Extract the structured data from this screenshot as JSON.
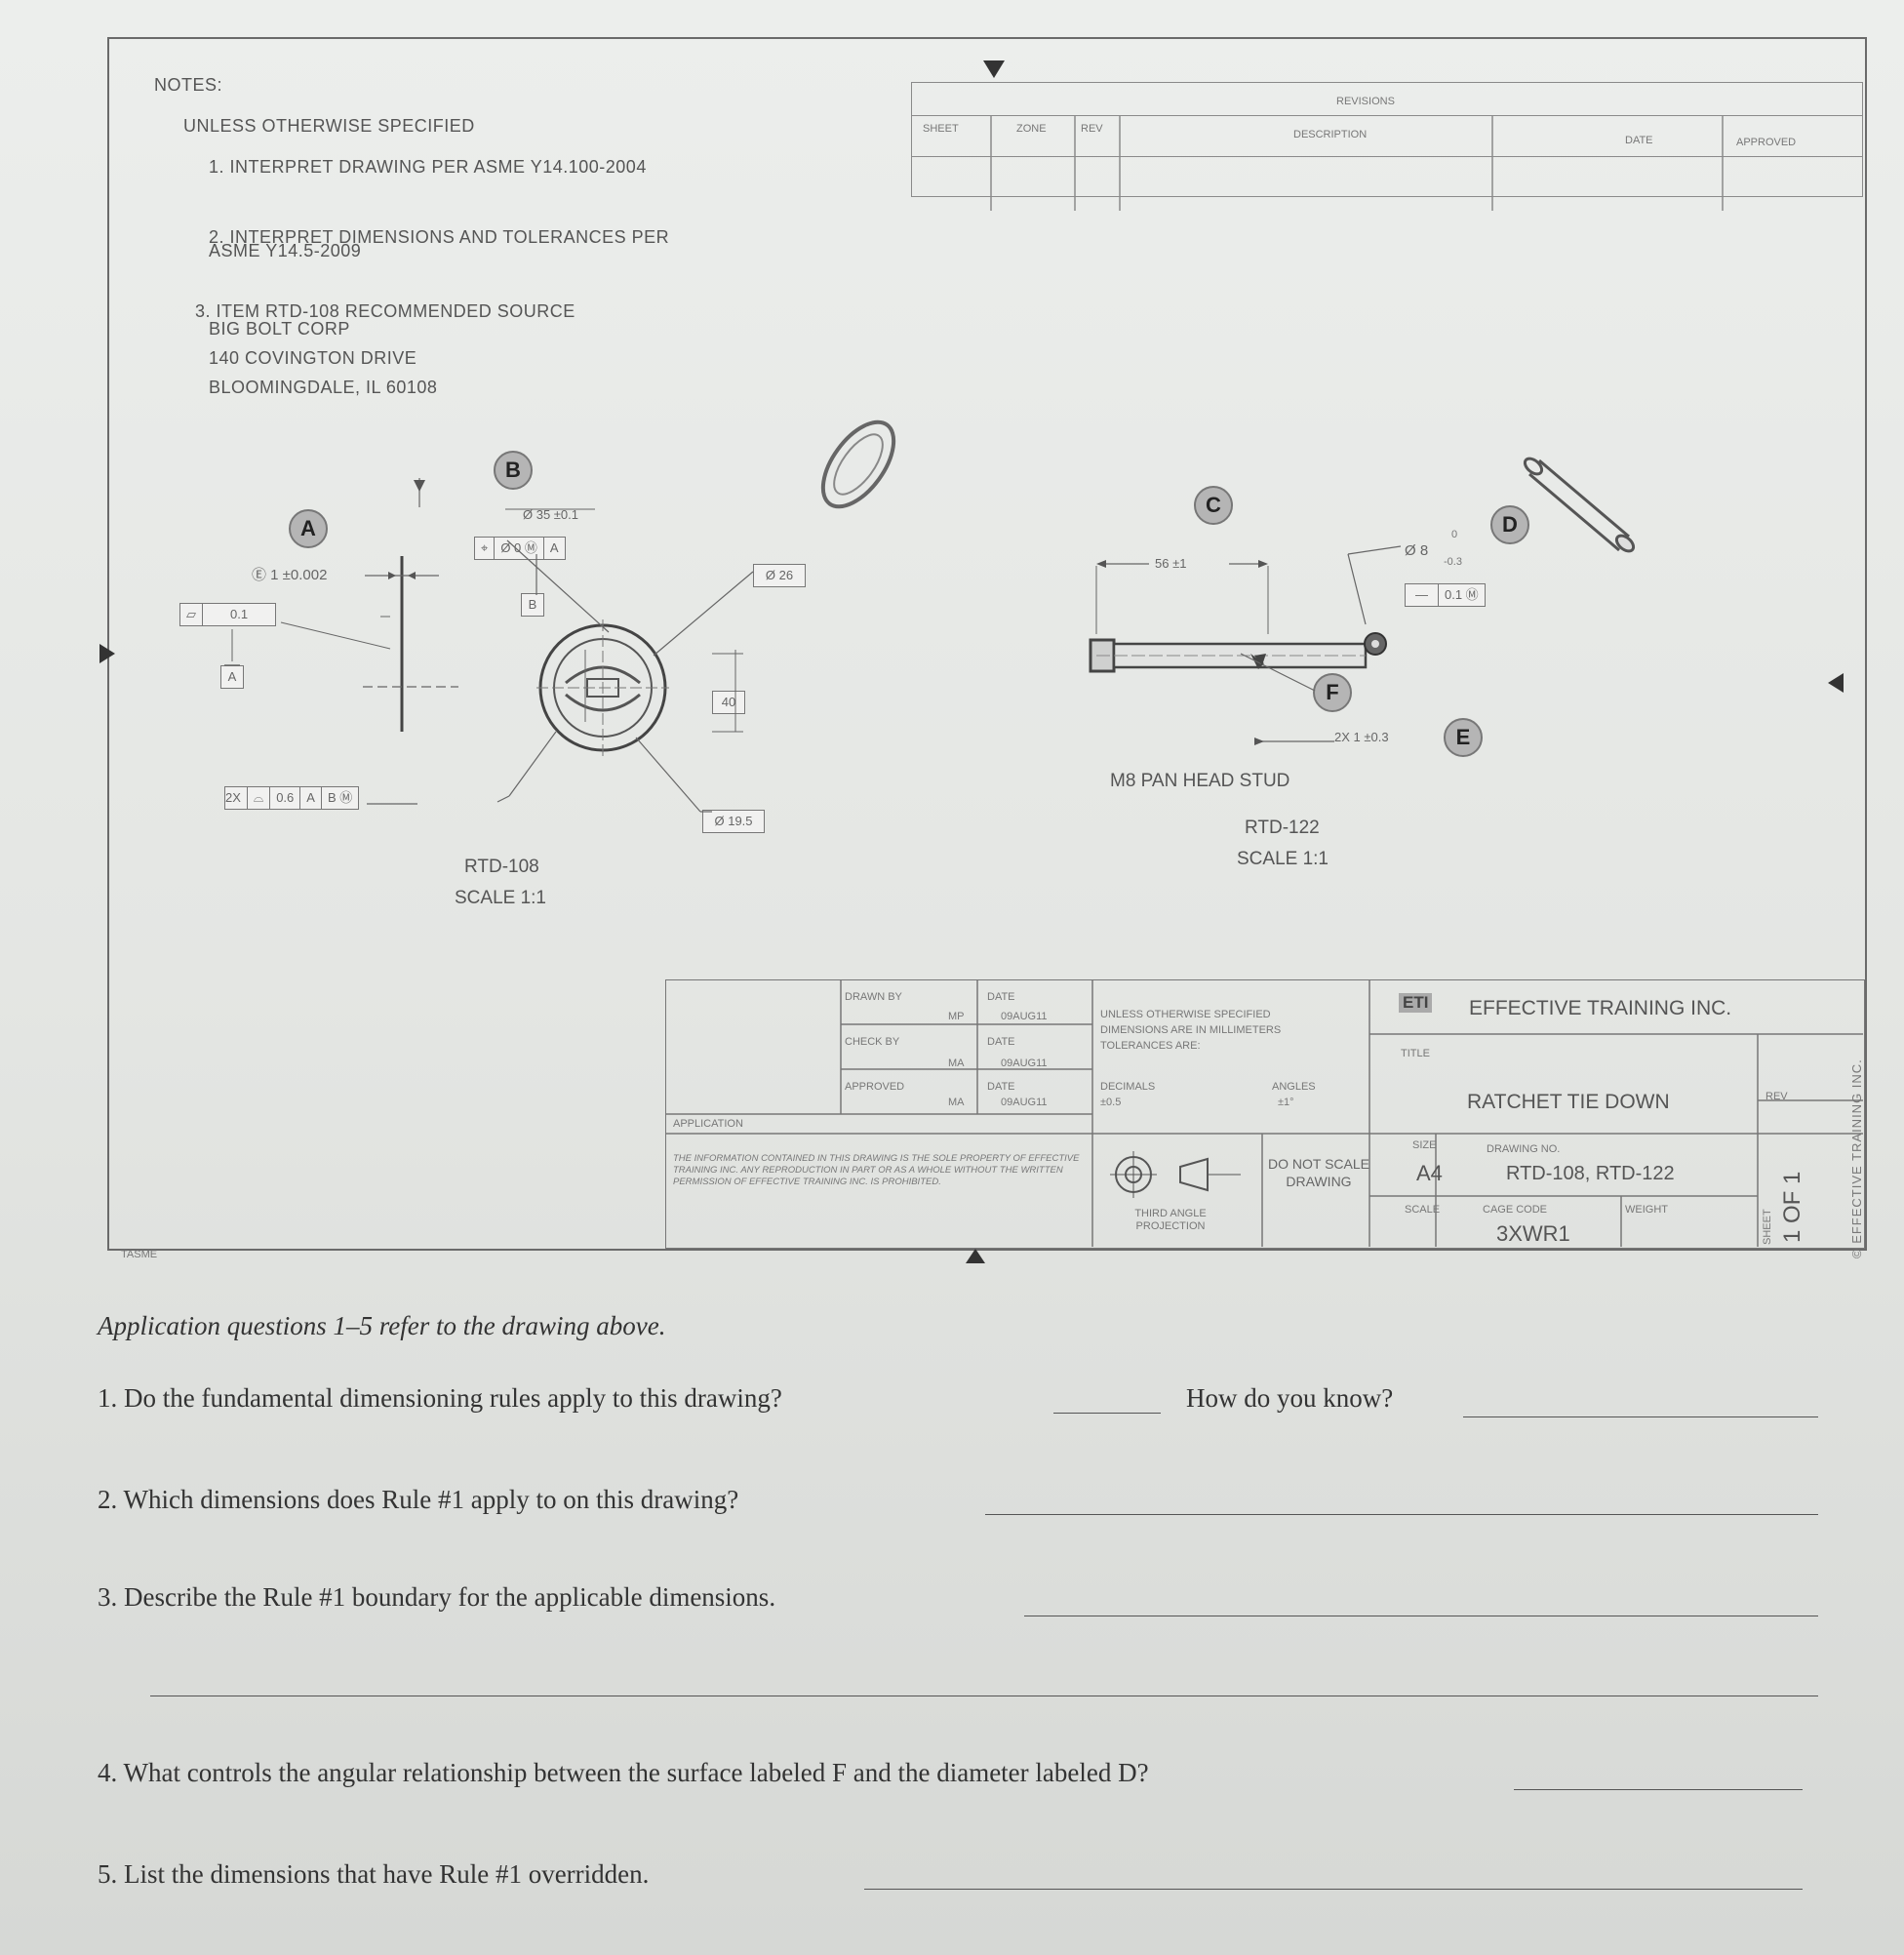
{
  "notes": {
    "heading": "NOTES:",
    "subheading": "UNLESS OTHERWISE SPECIFIED",
    "items": [
      "1. INTERPRET DRAWING PER ASME Y14.100-2004",
      "2. INTERPRET DIMENSIONS AND TOLERANCES PER",
      "ASME Y14.5-2009",
      "3. ITEM RTD-108 RECOMMENDED SOURCE",
      "BIG BOLT CORP",
      "140 COVINGTON DRIVE",
      "BLOOMINGDALE, IL 60108"
    ]
  },
  "revisions": {
    "title": "REVISIONS",
    "headers": [
      "SHEET",
      "ZONE",
      "REV",
      "DESCRIPTION",
      "DATE",
      "APPROVED"
    ]
  },
  "labels": {
    "A": "A",
    "B": "B",
    "C": "C",
    "D": "D",
    "E": "E",
    "F": "F"
  },
  "rtd108": {
    "dim_35": "Ø 35 ±0.1",
    "position_fcf": [
      "⌖",
      "Ø 0 Ⓜ",
      "A"
    ],
    "datum_b": "B",
    "thickness": "Ⓔ 1 ±0.002",
    "flatness_fcf": [
      "▱",
      "0.1"
    ],
    "datum_a": "A",
    "profile_fcf": [
      "2X",
      "⌓",
      "0.6",
      "A",
      "B Ⓜ"
    ],
    "dim_26": "Ø 26",
    "dim_40": "40",
    "dim_19": "Ø 19.5",
    "name": "RTD-108",
    "scale": "SCALE 1:1"
  },
  "rtd122": {
    "dim_length": "56 ±1",
    "dim_dia": "Ø 8",
    "dim_dia_upper": "0",
    "dim_dia_lower": "-0.3",
    "straightness_fcf": [
      "—",
      "0.1 Ⓜ"
    ],
    "dim_chamfer": "2X 1 ±0.3",
    "description": "M8 PAN HEAD STUD",
    "name": "RTD-122",
    "scale": "SCALE 1:1"
  },
  "title_block": {
    "drawn_by": "DRAWN BY",
    "drawn_by_value": "MP",
    "date_label_1": "DATE",
    "date_value_1": "09AUG11",
    "checked_by": "CHECK BY",
    "checked_by_value": "MA",
    "date_label_2": "DATE",
    "date_value_2": "09AUG11",
    "approved": "APPROVED",
    "approved_value": "MA",
    "date_label_3": "DATE",
    "date_value_3": "09AUG11",
    "application": "APPLICATION",
    "tolerance_header": "UNLESS OTHERWISE SPECIFIED",
    "tolerance_units": "DIMENSIONS ARE IN MILLIMETERS",
    "tolerance_are": "TOLERANCES ARE:",
    "decimals": "DECIMALS",
    "decimals_value": "±0.5",
    "angles": "ANGLES",
    "angles_value": "±1°",
    "proprietary": "THE INFORMATION CONTAINED IN THIS DRAWING IS THE SOLE PROPERTY OF EFFECTIVE TRAINING INC. ANY REPRODUCTION IN PART OR AS A WHOLE WITHOUT THE WRITTEN PERMISSION OF EFFECTIVE TRAINING INC. IS PROHIBITED.",
    "projection": "THIRD ANGLE PROJECTION",
    "do_not_scale": "DO NOT SCALE DRAWING",
    "company_logo": "ETI",
    "company": "EFFECTIVE TRAINING INC.",
    "title_label": "TITLE",
    "title": "RATCHET TIE DOWN",
    "rev_label": "REV",
    "size_label": "SIZE",
    "size": "A4",
    "drawing_no_label": "DRAWING NO.",
    "drawing_no": "RTD-108, RTD-122",
    "scale_label": "SCALE",
    "cage_label": "CAGE CODE",
    "cage": "3XWR1",
    "weight_label": "WEIGHT",
    "sheet_label": "SHEET",
    "sheet": "1 OF 1",
    "side_mark": "© EFFECTIVE TRAINING INC.",
    "corner_mark": "TASME"
  },
  "questions": {
    "intro": "Application questions 1–5 refer to the drawing above.",
    "q1a": "1.  Do the fundamental dimensioning rules apply to this drawing?",
    "q1b": "How do you know?",
    "q2": "2.  Which dimensions does Rule #1 apply to on this drawing?",
    "q3": "3.  Describe the Rule #1 boundary for the applicable dimensions.",
    "q4": "4.  What controls the angular relationship between the surface labeled F and the diameter labeled D?",
    "q5": "5.  List the dimensions that have Rule #1 overridden."
  }
}
